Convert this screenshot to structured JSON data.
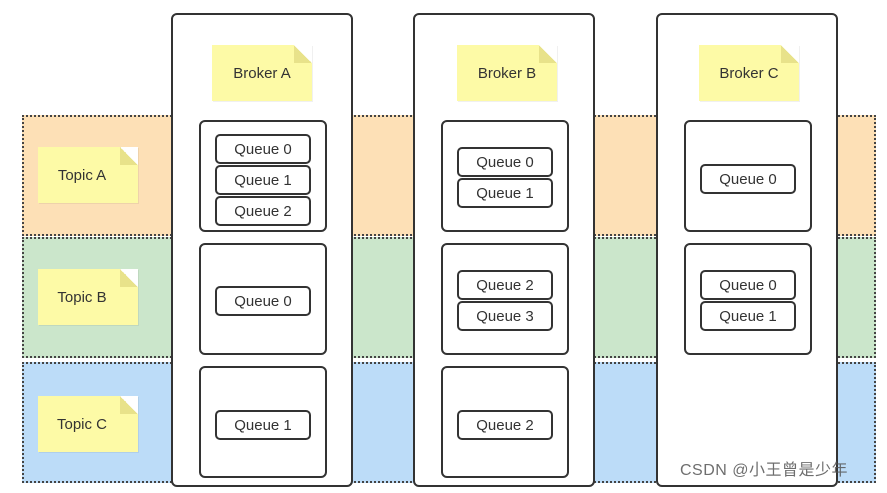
{
  "topics": [
    {
      "label": "Topic A",
      "color": "#fde0b6"
    },
    {
      "label": "Topic B",
      "color": "#cbe6cb"
    },
    {
      "label": "Topic C",
      "color": "#bcdcf8"
    }
  ],
  "brokers": [
    {
      "label": "Broker A",
      "groups": [
        [
          "Queue 0",
          "Queue 1",
          "Queue 2"
        ],
        [
          "Queue 0"
        ],
        [
          "Queue 1"
        ]
      ]
    },
    {
      "label": "Broker B",
      "groups": [
        [
          "Queue 0",
          "Queue 1"
        ],
        [
          "Queue 2",
          "Queue 3"
        ],
        [
          "Queue 2"
        ]
      ]
    },
    {
      "label": "Broker C",
      "groups": [
        [
          "Queue 0"
        ],
        [
          "Queue 0",
          "Queue 1"
        ]
      ]
    }
  ],
  "watermark": "CSDN @小王曾是少年"
}
